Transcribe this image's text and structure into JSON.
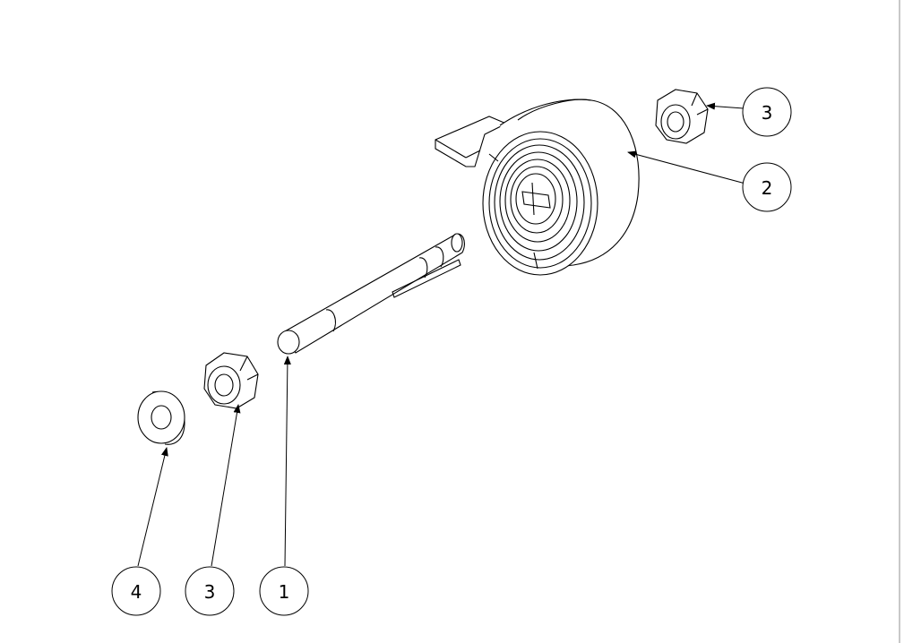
{
  "diagram": {
    "balloons": [
      {
        "id": "b3-top",
        "label": "3"
      },
      {
        "id": "b2",
        "label": "2"
      },
      {
        "id": "b4",
        "label": "4"
      },
      {
        "id": "b3-bottom",
        "label": "3"
      },
      {
        "id": "b1",
        "label": "1"
      }
    ],
    "colors": {
      "line": "#000000",
      "paper": "#ffffff",
      "frame": "#c8c8c8"
    }
  }
}
